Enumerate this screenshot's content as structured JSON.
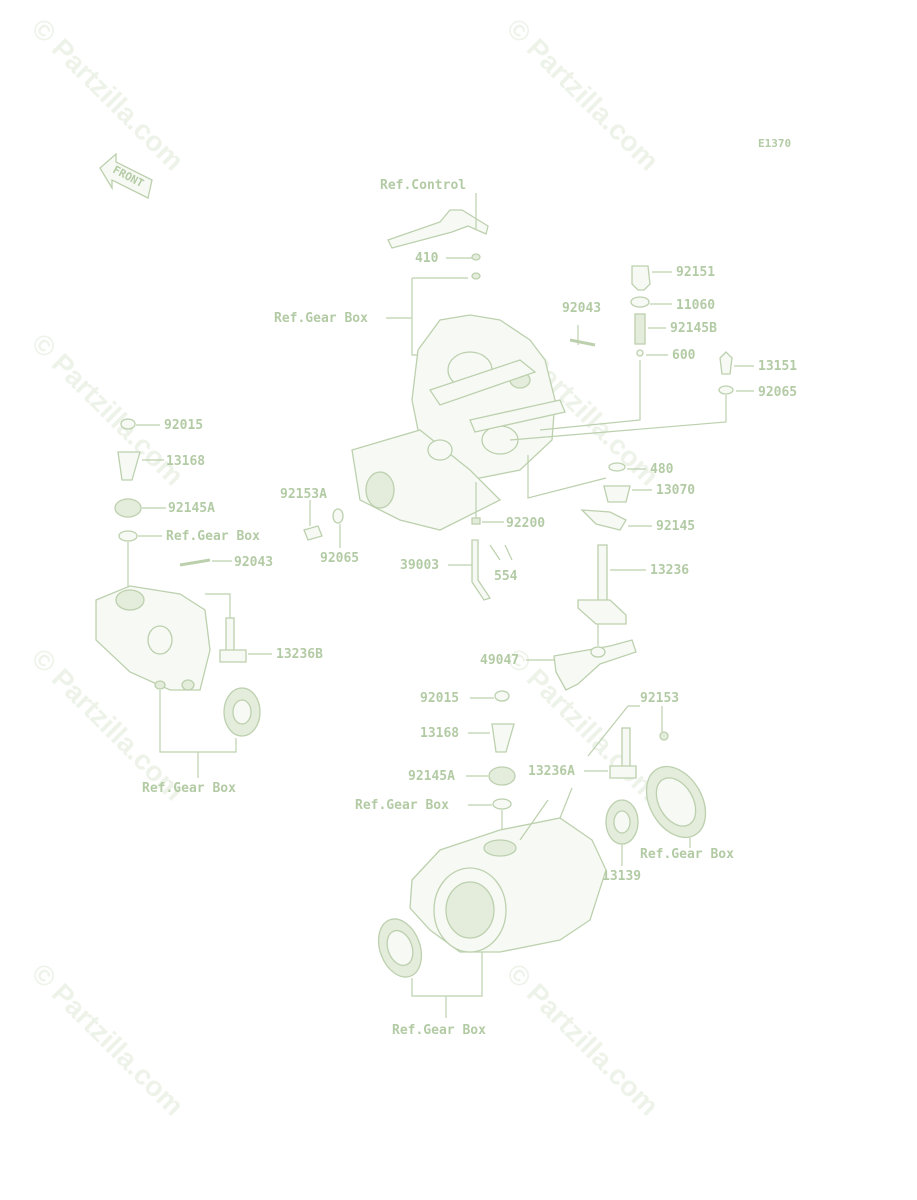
{
  "diagram_code": "E1370",
  "front_label": "FRONT",
  "watermarks": [
    "© Partzilla.com",
    "© Partzilla.com",
    "© Partzilla.com",
    "© Partzilla.com",
    "© Partzilla.com",
    "© Partzilla.com",
    "© Partzilla.com",
    "© Partzilla.com"
  ],
  "labels": {
    "ref_control": "Ref.Control",
    "p410": "410",
    "ref_gear_box_top": "Ref.Gear Box",
    "p92043_top": "92043",
    "p92151": "92151",
    "p11060": "11060",
    "p92145B": "92145B",
    "p600": "600",
    "p13151": "13151",
    "p92065_right": "92065",
    "p480": "480",
    "p13070": "13070",
    "p92145": "92145",
    "p92200": "92200",
    "p13236": "13236",
    "p39003": "39003",
    "p554": "554",
    "p92153A": "92153A",
    "p92065_mid": "92065",
    "p92015_left": "92015",
    "p13168_left": "13168",
    "p92145A_left": "92145A",
    "ref_gear_box_left": "Ref.Gear Box",
    "p92043_left": "92043",
    "p13236B": "13236B",
    "ref_gear_box_bottom_left": "Ref.Gear Box",
    "p49047": "49047",
    "p92015_bottom": "92015",
    "p13168_bottom": "13168",
    "p92145A_bottom": "92145A",
    "ref_gear_box_mid": "Ref.Gear Box",
    "p92153": "92153",
    "p13236A": "13236A",
    "ref_gear_box_right": "Ref.Gear Box",
    "p13139": "13139",
    "ref_gear_box_bottom": "Ref.Gear Box"
  }
}
